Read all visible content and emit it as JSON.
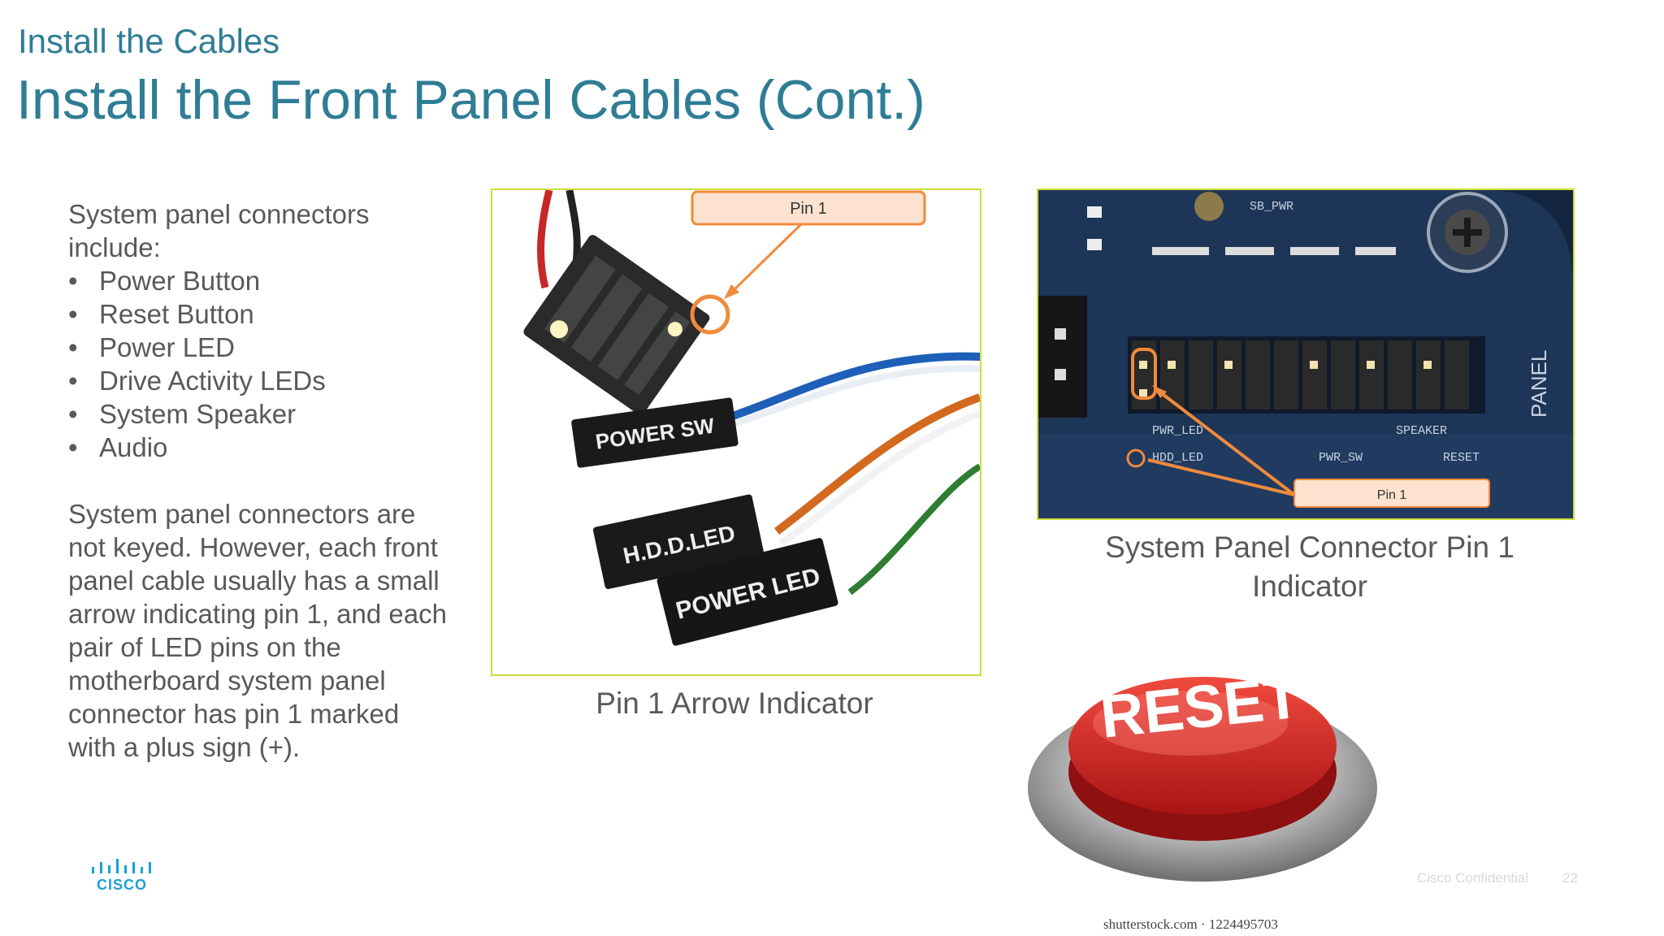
{
  "section_title": "Install the Cables",
  "slide_title": "Install the Front Panel Cables (Cont.)",
  "intro": "System panel connectors include:",
  "connectors": [
    "Power Button",
    "Reset Button",
    "Power LED",
    "Drive Activity LEDs",
    "System Speaker",
    "Audio"
  ],
  "note": "System panel connectors are not keyed. However, each front panel cable usually has a small arrow indicating pin 1, and each pair of LED pins on the motherboard system panel connector has pin 1 marked with a plus sign (+).",
  "photo1": {
    "pin_label": "Pin 1",
    "labels": [
      "POWER SW",
      "H.D.D.LED",
      "POWER LED"
    ],
    "caption": "Pin 1 Arrow Indicator"
  },
  "photo2": {
    "pin_label": "Pin 1",
    "board_labels": [
      "SB_PWR",
      "PANEL",
      "PWR_LED",
      "HDD_LED",
      "SPEAKER",
      "PWR_SW",
      "RESET"
    ],
    "caption": "System Panel Connector Pin 1 Indicator"
  },
  "reset_button": {
    "label": "RESET",
    "credit": "shutterstock.com · 1224495703"
  },
  "footer": {
    "logo_text": "CISCO",
    "confidential": "Cisco Confidential",
    "page_number": "22"
  },
  "colors": {
    "title": "#2f7d95",
    "body_text": "#595959",
    "callout_orange": "#f08a3c",
    "board_blue": "#1d3557",
    "frame_border": "#cddc39",
    "reset_red": "#d62a2a"
  }
}
